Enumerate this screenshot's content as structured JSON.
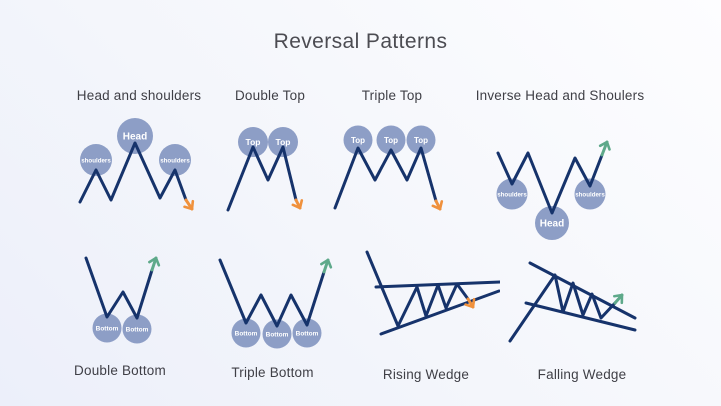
{
  "title": "Reversal Patterns",
  "colors": {
    "line": "#16336b",
    "circle-fill": "#8d9ec6",
    "circle-text": "#ffffff",
    "arrow-down": "#f0913c",
    "arrow-up": "#5ea98a",
    "title-text": "#4c4c52",
    "label-text": "#3f3f46",
    "bg-start": "#fdfdff",
    "bg-end": "#eceffa"
  },
  "patterns": [
    {
      "name": "Head and shoulders",
      "trend": "down",
      "circles": [
        "shoulders",
        "Head",
        "shoulders"
      ]
    },
    {
      "name": "Double Top",
      "trend": "down",
      "circles": [
        "Top",
        "Top"
      ]
    },
    {
      "name": "Triple Top",
      "trend": "down",
      "circles": [
        "Top",
        "Top",
        "Top"
      ]
    },
    {
      "name": "Inverse Head and Shoulers",
      "trend": "up",
      "circles": [
        "shoulders",
        "Head",
        "shoulders"
      ]
    },
    {
      "name": "Double Bottom",
      "trend": "up",
      "circles": [
        "Bottom",
        "Bottom"
      ]
    },
    {
      "name": "Triple Bottom",
      "trend": "up",
      "circles": [
        "Bottom",
        "Bottom",
        "Bottom"
      ]
    },
    {
      "name": "Rising Wedge",
      "trend": "down",
      "circles": []
    },
    {
      "name": "Falling Wedge",
      "trend": "up",
      "circles": []
    }
  ]
}
